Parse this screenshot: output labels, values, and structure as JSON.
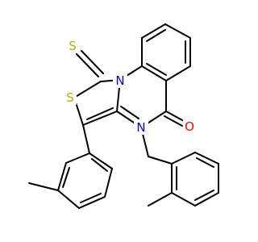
{
  "colors": {
    "background": "#ffffff",
    "bond": "#000000",
    "N": "#0000ff",
    "S": "#b2b200",
    "O": "#ff0000"
  },
  "atoms": [
    {
      "id": "S_thione",
      "label": "S"
    },
    {
      "id": "S_ring",
      "label": "S"
    },
    {
      "id": "N_bridge",
      "label": "N"
    },
    {
      "id": "N_amide",
      "label": "N"
    },
    {
      "id": "O_carbonyl",
      "label": "O"
    }
  ]
}
